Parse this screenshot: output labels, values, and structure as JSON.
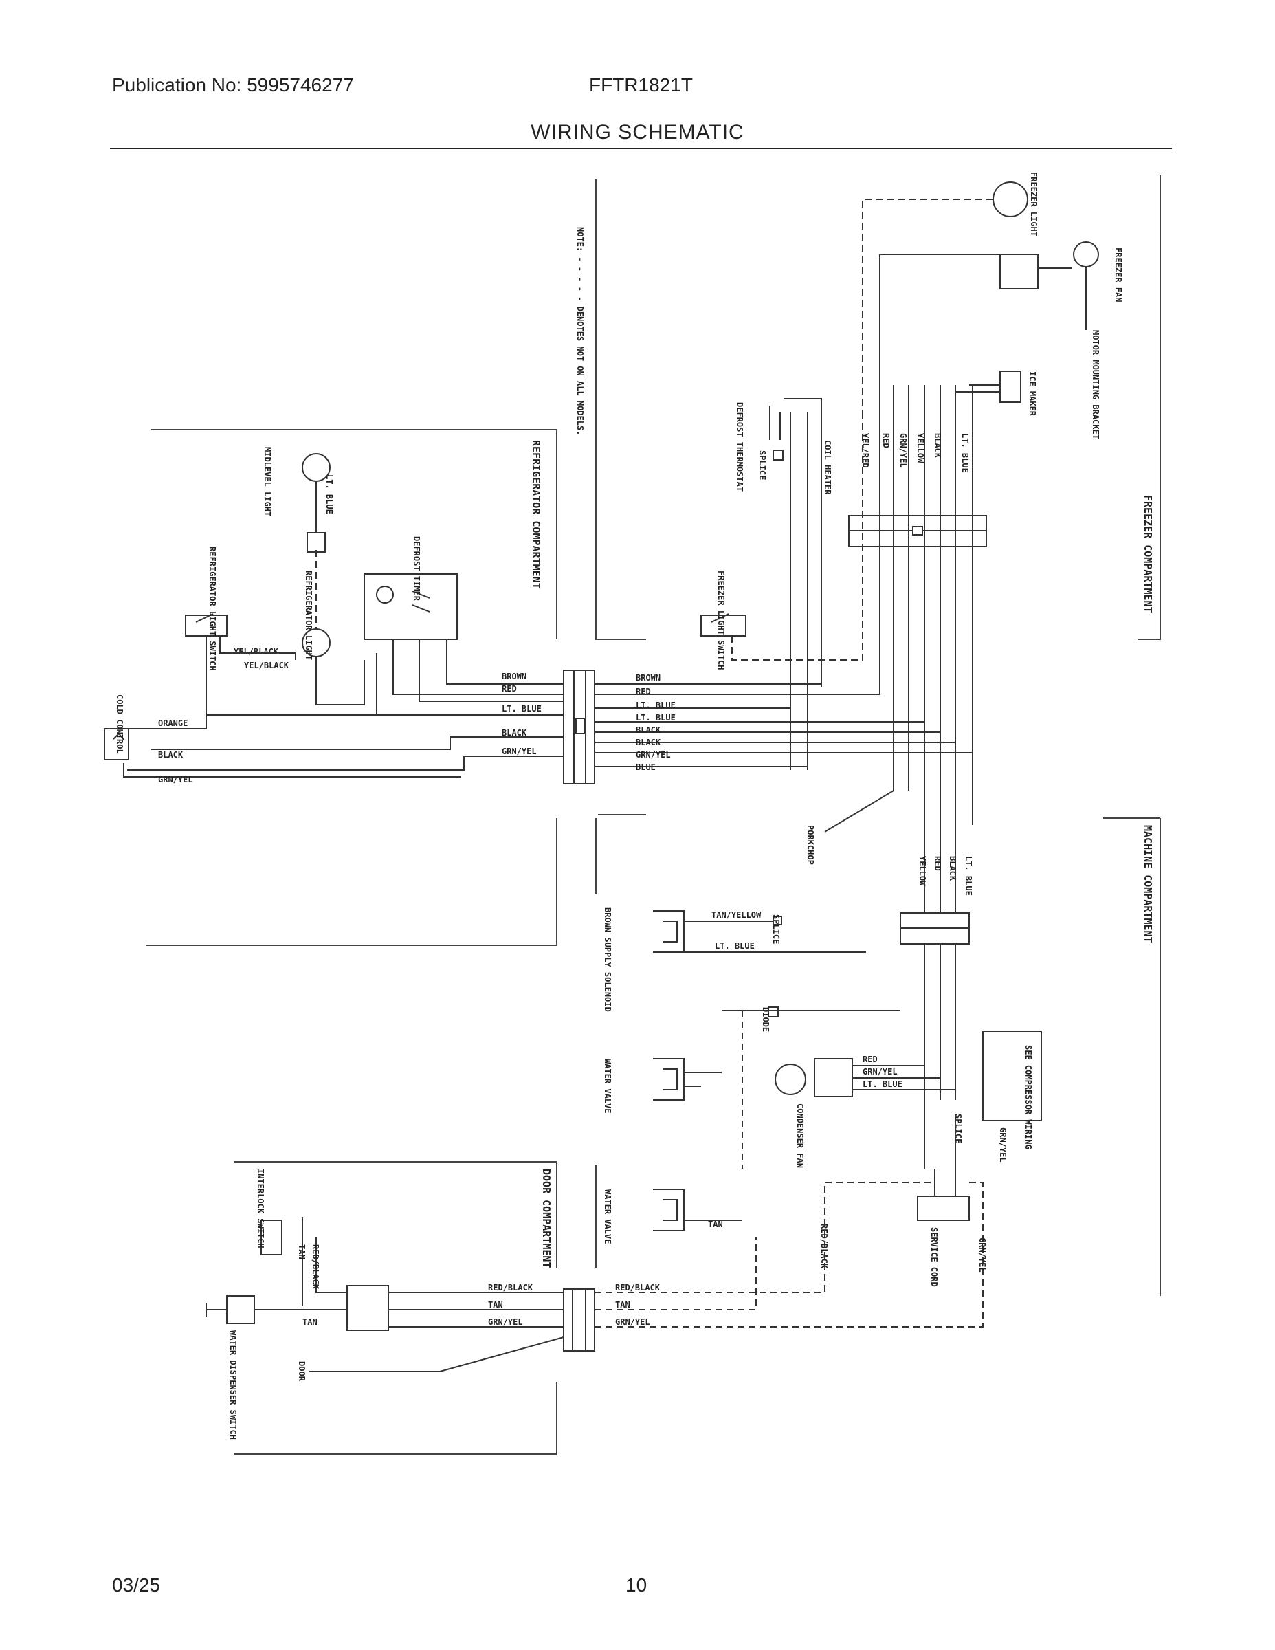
{
  "header": {
    "publication": "Publication No: 5995746277",
    "model": "FFTR1821T",
    "title": "WIRING SCHEMATIC"
  },
  "footer": {
    "date": "03/25",
    "page": "10"
  },
  "sections": {
    "refrigerator": "REFRIGERATOR COMPARTMENT",
    "freezer": "FREEZER COMPARTMENT",
    "machine": "MACHINE COMPARTMENT",
    "door": "DOOR COMPARTMENT"
  },
  "note": "NOTE: - - - - - DENOTES NOT ON ALL MODELS.",
  "components": {
    "freezer_light": "FREEZER LIGHT",
    "freezer_fan": "FREEZER FAN",
    "motor_bracket": "MOTOR MOUNTING BRACKET",
    "ice_maker": "ICE MAKER",
    "defrost_thermostat": "DEFROST THERMOSTAT",
    "splice": "SPLICE",
    "coil_heater": "COIL HEATER",
    "freezer_light_switch": "FREEZER LIGHT SWITCH",
    "midlevel_light": "MIDLEVEL LIGHT",
    "defrost_timer": "DEFROST TIMER",
    "refrigerator_light": "REFRIGERATOR LIGHT",
    "refrigerator_light_switch": "REFRIGERATOR LIGHT SWITCH",
    "cold_control": "COLD CONTROL",
    "porkchop": "PORKCHOP",
    "supply_solenoid": "BROWN SUPPLY SOLENOID",
    "diode": "DIODE",
    "water_valve_1": "WATER VALVE",
    "water_valve_2": "WATER VALVE",
    "condenser_fan": "CONDENSER FAN",
    "compressor_wiring": "SEE COMPRESSOR WIRING",
    "service_cord": "SERVICE CORD",
    "interlock_switch": "INTERLOCK SWITCH",
    "water_dispenser_switch": "WATER DISPENSER SWITCH",
    "door": "DOOR"
  },
  "wires": {
    "brown": "BROWN",
    "red": "RED",
    "lt_blue": "LT. BLUE",
    "black": "BLACK",
    "grn_yel": "GRN/YEL",
    "blue": "BLUE",
    "orange": "ORANGE",
    "yel_black": "YEL/BLACK",
    "yel_red": "YEL/RED",
    "yellow": "YELLOW",
    "tan_yellow": "TAN/YELLOW",
    "tan": "TAN",
    "red_black": "RED/BLACK"
  }
}
